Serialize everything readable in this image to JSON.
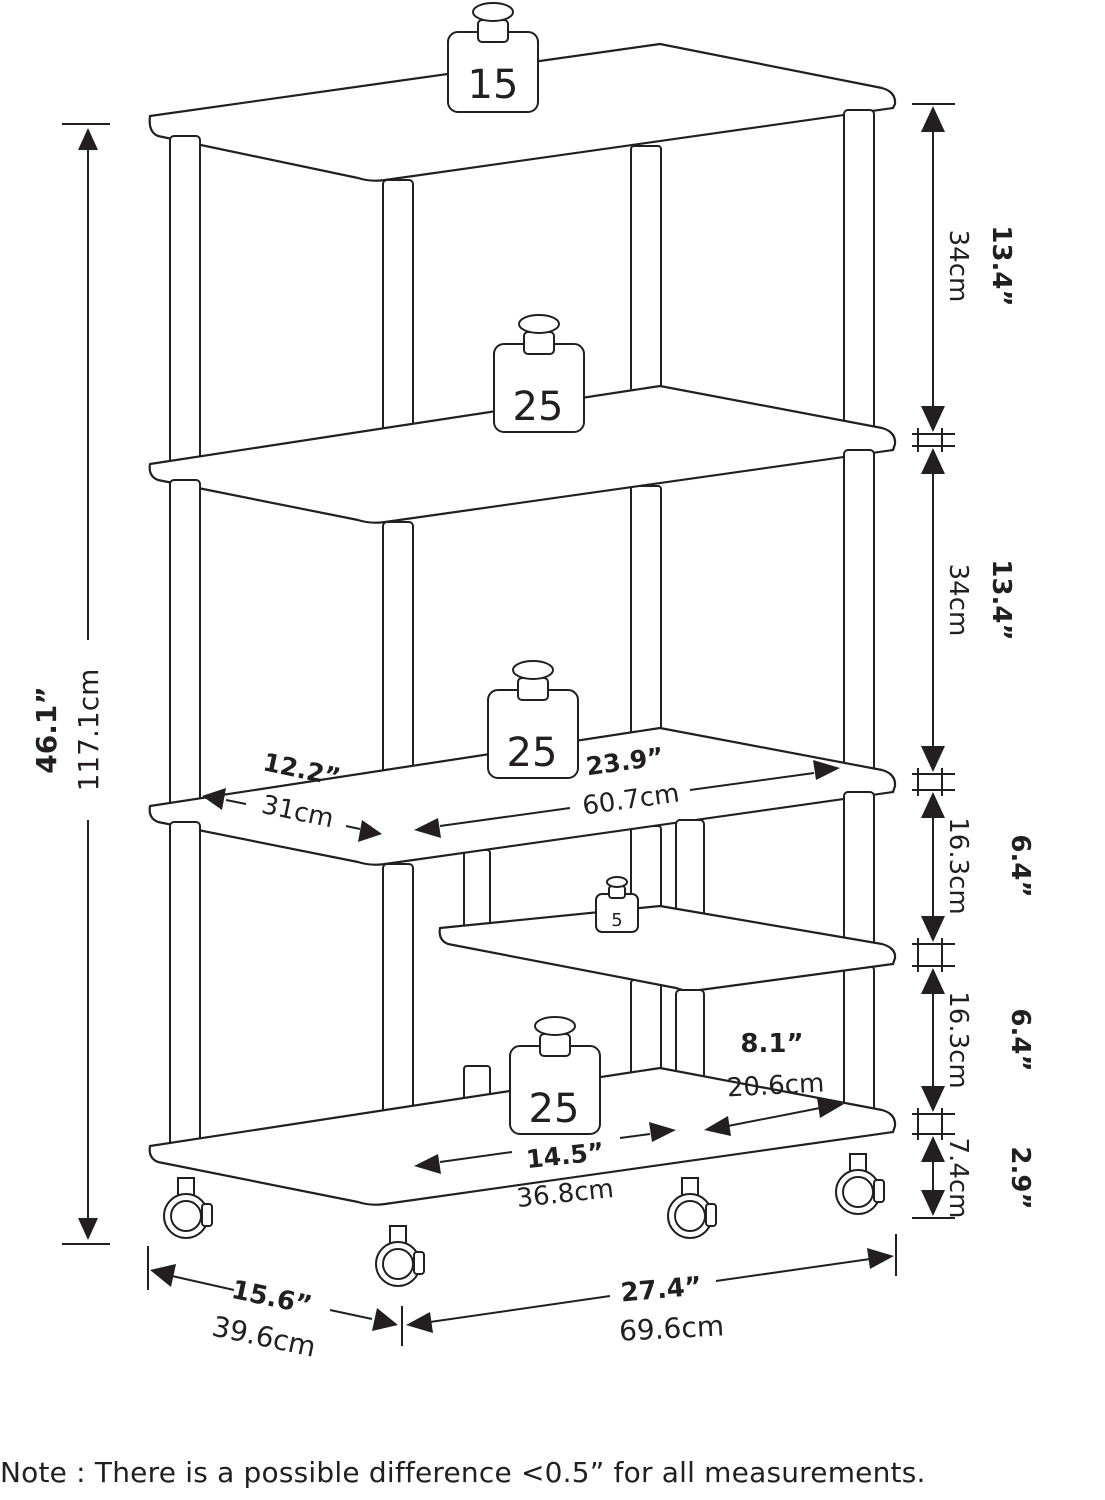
{
  "product": "4-tier shelf cart with casters",
  "weights": {
    "top": "15",
    "shelf2": "25",
    "shelf3": "25",
    "small_shelf": "5",
    "bottom": "25"
  },
  "dimensions": {
    "total_height": {
      "imperial": "46.1”",
      "metric": "117.1cm"
    },
    "tier1_gap": {
      "imperial": "13.4”",
      "metric": "34cm"
    },
    "tier2_gap": {
      "imperial": "13.4”",
      "metric": "34cm"
    },
    "tier3_gap": {
      "imperial": "6.4”",
      "metric": "16.3cm"
    },
    "tier4_gap": {
      "imperial": "6.4”",
      "metric": "16.3cm"
    },
    "clearance": {
      "imperial": "2.9”",
      "metric": "7.4cm"
    },
    "inner_depth": {
      "imperial": "12.2”",
      "metric": "31cm"
    },
    "inner_width": {
      "imperial": "23.9”",
      "metric": "60.7cm"
    },
    "small_shelf_width": {
      "imperial": "8.1”",
      "metric": "20.6cm"
    },
    "bottom_opening": {
      "imperial": "14.5”",
      "metric": "36.8cm"
    },
    "overall_depth": {
      "imperial": "15.6”",
      "metric": "39.6cm"
    },
    "overall_width": {
      "imperial": "27.4”",
      "metric": "69.6cm"
    }
  },
  "note": "Note : There is a possible difference <0.5” for all measurements."
}
